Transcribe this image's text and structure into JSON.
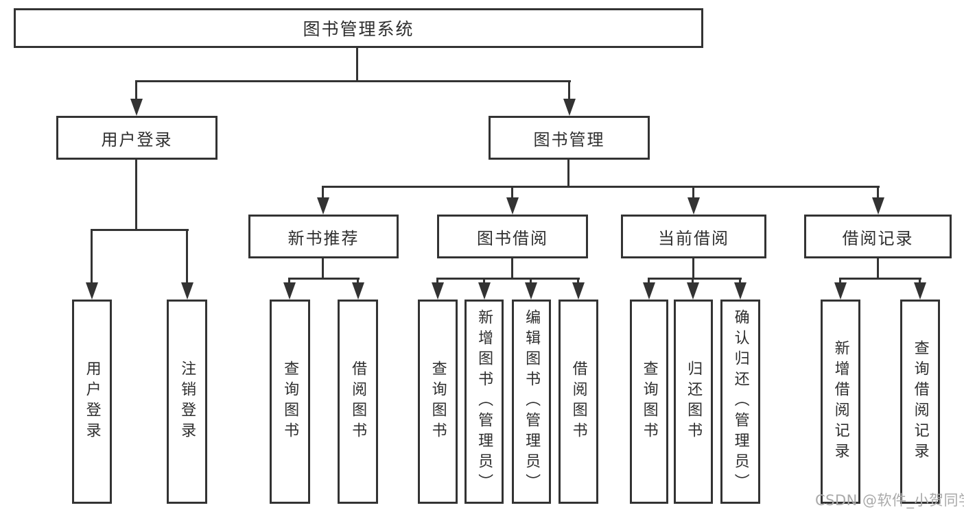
{
  "diagram": {
    "root": {
      "label": "图书管理系统"
    },
    "branches": [
      {
        "label": "用户登录",
        "children": [
          {
            "label": "用户登录"
          },
          {
            "label": "注销登录"
          }
        ]
      },
      {
        "label": "图书管理",
        "children": [
          {
            "label": "新书推荐",
            "children": [
              {
                "label": "查询图书"
              },
              {
                "label": "借阅图书"
              }
            ]
          },
          {
            "label": "图书借阅",
            "children": [
              {
                "label": "查询图书"
              },
              {
                "label": "新增图书（管理员）"
              },
              {
                "label": "编辑图书（管理员）"
              },
              {
                "label": "借阅图书"
              }
            ]
          },
          {
            "label": "当前借阅",
            "children": [
              {
                "label": "查询图书"
              },
              {
                "label": "归还图书"
              },
              {
                "label": "确认归还（管理员）"
              }
            ]
          },
          {
            "label": "借阅记录",
            "children": [
              {
                "label": "新增借阅记录"
              },
              {
                "label": "查询借阅记录"
              }
            ]
          }
        ]
      }
    ]
  },
  "watermark": {
    "text": "CSDN @软件_小贺同学"
  },
  "colors": {
    "line": "#333333",
    "text": "#2e2e2e",
    "watermark": "#aaaaaa",
    "background": "#ffffff"
  }
}
